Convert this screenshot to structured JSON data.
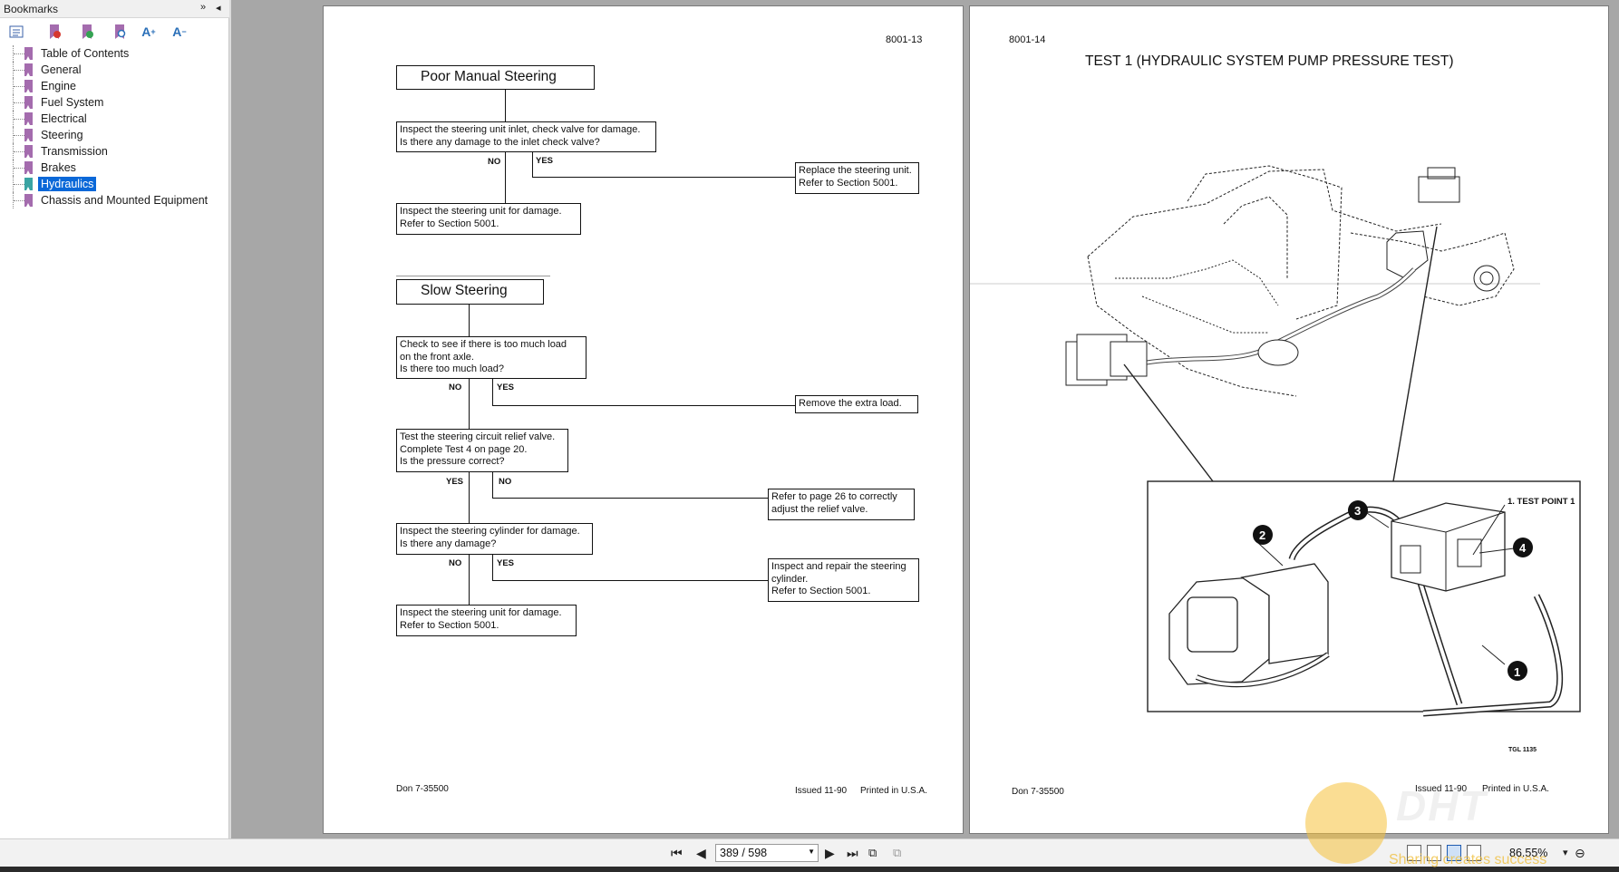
{
  "sidebar": {
    "title": "Bookmarks",
    "expand_icon": "»",
    "collapse_icon": "◂",
    "toolbar": [
      {
        "icon": "options-icon",
        "glyph": "☰"
      },
      {
        "icon": "delete-bookmark-icon",
        "glyph": "✖"
      },
      {
        "icon": "add-bookmark-icon",
        "glyph": "✚"
      },
      {
        "icon": "find-bookmark-icon",
        "glyph": "⌕"
      },
      {
        "icon": "font-increase-icon",
        "glyph": "A⁺"
      },
      {
        "icon": "font-decrease-icon",
        "glyph": "A⁻"
      }
    ],
    "items": [
      {
        "label": "Table of Contents",
        "selected": false
      },
      {
        "label": "General",
        "selected": false
      },
      {
        "label": "Engine",
        "selected": false
      },
      {
        "label": "Fuel System",
        "selected": false
      },
      {
        "label": "Electrical",
        "selected": false
      },
      {
        "label": "Steering",
        "selected": false
      },
      {
        "label": "Transmission",
        "selected": false
      },
      {
        "label": "Brakes",
        "selected": false
      },
      {
        "label": "Hydraulics",
        "selected": true
      },
      {
        "label": "Chassis and Mounted Equipment",
        "selected": false
      }
    ]
  },
  "left_page": {
    "page_number": "8001-13",
    "section1": {
      "heading": "Poor Manual Steering",
      "q1": "Inspect the steering unit inlet, check valve for damage.\nIs there any damage to the inlet check valve?",
      "no": "NO",
      "yes": "YES",
      "yes_action": "Replace the steering unit.\nRefer to Section 5001.",
      "no_action": "Inspect the steering unit for damage.\nRefer to Section 5001."
    },
    "section2": {
      "heading": "Slow Steering",
      "q1": "Check to see if there is too much load\non the front axle.\nIs there too much load?",
      "q1_no": "NO",
      "q1_yes": "YES",
      "q1_yes_action": "Remove the extra load.",
      "q2": "Test the steering circuit relief valve.\nComplete Test 4 on page 20.\nIs the pressure correct?",
      "q2_yes": "YES",
      "q2_no": "NO",
      "q2_no_action": "Refer to page 26 to correctly\nadjust the relief valve.",
      "q3": "Inspect the steering cylinder for damage.\nIs there any damage?",
      "q3_no": "NO",
      "q3_yes": "YES",
      "q3_yes_action": "Inspect and repair the steering\ncylinder.\nRefer to Section 5001.",
      "q3_no_action": "Inspect the steering unit for damage.\nRefer to Section 5001."
    },
    "footer_left": "Don 7-35500",
    "footer_issued": "Issued 11-90",
    "footer_printed": "Printed in U.S.A."
  },
  "right_page": {
    "page_number": "8001-14",
    "title": "TEST 1 (HYDRAULIC SYSTEM PUMP PRESSURE TEST)",
    "callouts": [
      "1",
      "2",
      "3",
      "4"
    ],
    "test_point_label": "1. TEST POINT 1",
    "figure_id": "TGL 1135",
    "footer_left": "Don 7-35500",
    "footer_issued": "Issued 11-90",
    "footer_printed": "Printed in U.S.A."
  },
  "toolbar": {
    "first_icon": "first-page-icon",
    "prev_icon": "previous-page-icon",
    "next_icon": "next-page-icon",
    "last_icon": "last-page-icon",
    "page_value": "389 / 598",
    "zoom_value": "86.55%"
  },
  "watermark": {
    "brand": "DHT",
    "tagline": "Sharing creates success"
  },
  "colors": {
    "bookmark": "#a46cae",
    "bookmark_selected": "#3aa4a3",
    "selection": "#0a68d8",
    "workspace": "#a7a7a7"
  }
}
